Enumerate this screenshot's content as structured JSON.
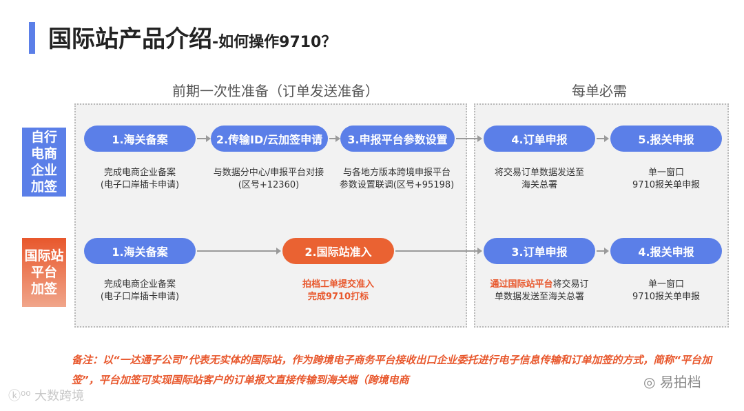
{
  "title": {
    "main": "国际站产品介绍",
    "sub": "-如何操作9710？"
  },
  "sections": {
    "prep": "前期一次性准备（订单发送准备）",
    "each": "每单必需"
  },
  "row1": {
    "label_lines": [
      "自行",
      "电商",
      "企业",
      "加签"
    ],
    "steps": [
      {
        "label": "1.海关备案",
        "desc": [
          "完成电商企业备案",
          "(电子口岸插卡申请)"
        ]
      },
      {
        "label": "2.传输ID/云加签申请",
        "desc": [
          "与数据分中心/申报平台对接",
          "(区号+12360)"
        ]
      },
      {
        "label": "3.申报平台参数设置",
        "desc": [
          "与各地方版本跨境申报平台",
          "参数设置联调(区号+95198)"
        ]
      },
      {
        "label": "4.订单申报",
        "desc": [
          "将交易订单数据发送至",
          "海关总署"
        ]
      },
      {
        "label": "5.报关申报",
        "desc": [
          "单一窗口",
          "9710报关单申报"
        ]
      }
    ]
  },
  "row2": {
    "label_lines": [
      "国际站",
      "平台",
      "加签"
    ],
    "steps": [
      {
        "label": "1.海关备案",
        "desc": [
          "完成电商企业备案",
          "(电子口岸插卡申请)"
        ]
      },
      {
        "label": "2.国际站准入",
        "desc": [
          "拍档工单提交准入",
          "完成9710打标"
        ]
      },
      {
        "label": "3.订单申报",
        "desc_hl": "通过国际站平台",
        "desc_rest": "将交易订",
        "desc_line2": "单数据发送至海关总署"
      },
      {
        "label": "4.报关申报",
        "desc": [
          "单一窗口",
          "9710报关单申报"
        ]
      }
    ]
  },
  "note": "备注：以“一达通子公司”代表无实体的国际站，作为跨境电子商务平台接收出口企业委托进行电子信息传输和订单加签的方式，简称“平台加签”，平台加签可实现国际站客户的订单报文直接传输到海关端（跨境电商",
  "watermarks": {
    "left": "大数跨境",
    "right": "易拍档"
  },
  "colors": {
    "blue": "#5b7fe8",
    "orange": "#ea6232",
    "note": "#e8572c"
  }
}
